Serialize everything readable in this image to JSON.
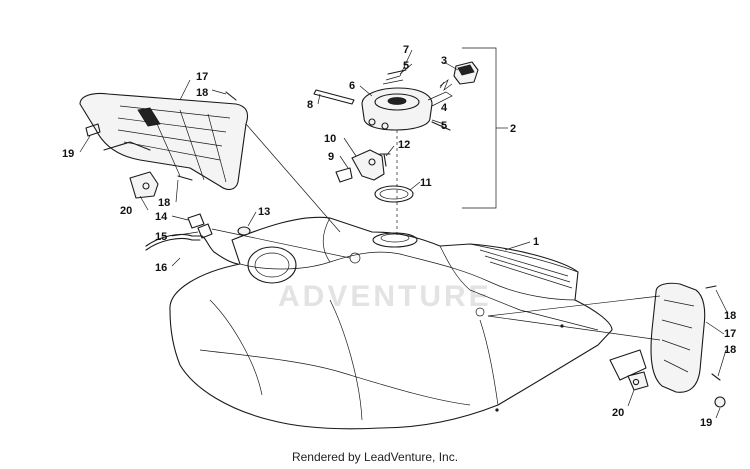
{
  "watermark": "ADVENTURE",
  "footer": "Rendered by LeadVenture, Inc.",
  "callouts": {
    "c1": "1",
    "c2": "2",
    "c3": "3",
    "c4": "4",
    "c5a": "5",
    "c5b": "5",
    "c6": "6",
    "c7": "7",
    "c8": "8",
    "c9": "9",
    "c10": "10",
    "c11": "11",
    "c12": "12",
    "c13": "13",
    "c14": "14",
    "c15": "15",
    "c16": "16",
    "c17a": "17",
    "c17b": "17",
    "c18a": "18",
    "c18b": "18",
    "c18c": "18",
    "c18d": "18",
    "c19a": "19",
    "c19b": "19",
    "c20a": "20",
    "c20b": "20"
  }
}
